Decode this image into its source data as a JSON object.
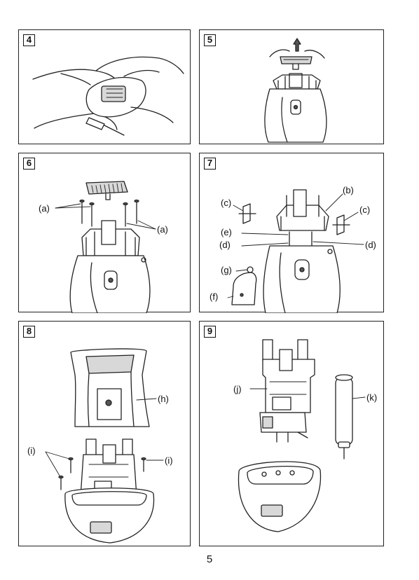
{
  "panels": [
    {
      "step": "4",
      "labels": []
    },
    {
      "step": "5",
      "labels": []
    },
    {
      "step": "6",
      "labels": [
        "(a)",
        "(a)"
      ]
    },
    {
      "step": "7",
      "labels": [
        "(b)",
        "(c)",
        "(c)",
        "(e)",
        "(d)",
        "(d)",
        "(g)",
        "(f)"
      ]
    },
    {
      "step": "8",
      "labels": [
        "(h)",
        "(i)",
        "(i)"
      ]
    },
    {
      "step": "9",
      "labels": [
        "(j)",
        "(k)"
      ]
    }
  ],
  "page_number": "5"
}
